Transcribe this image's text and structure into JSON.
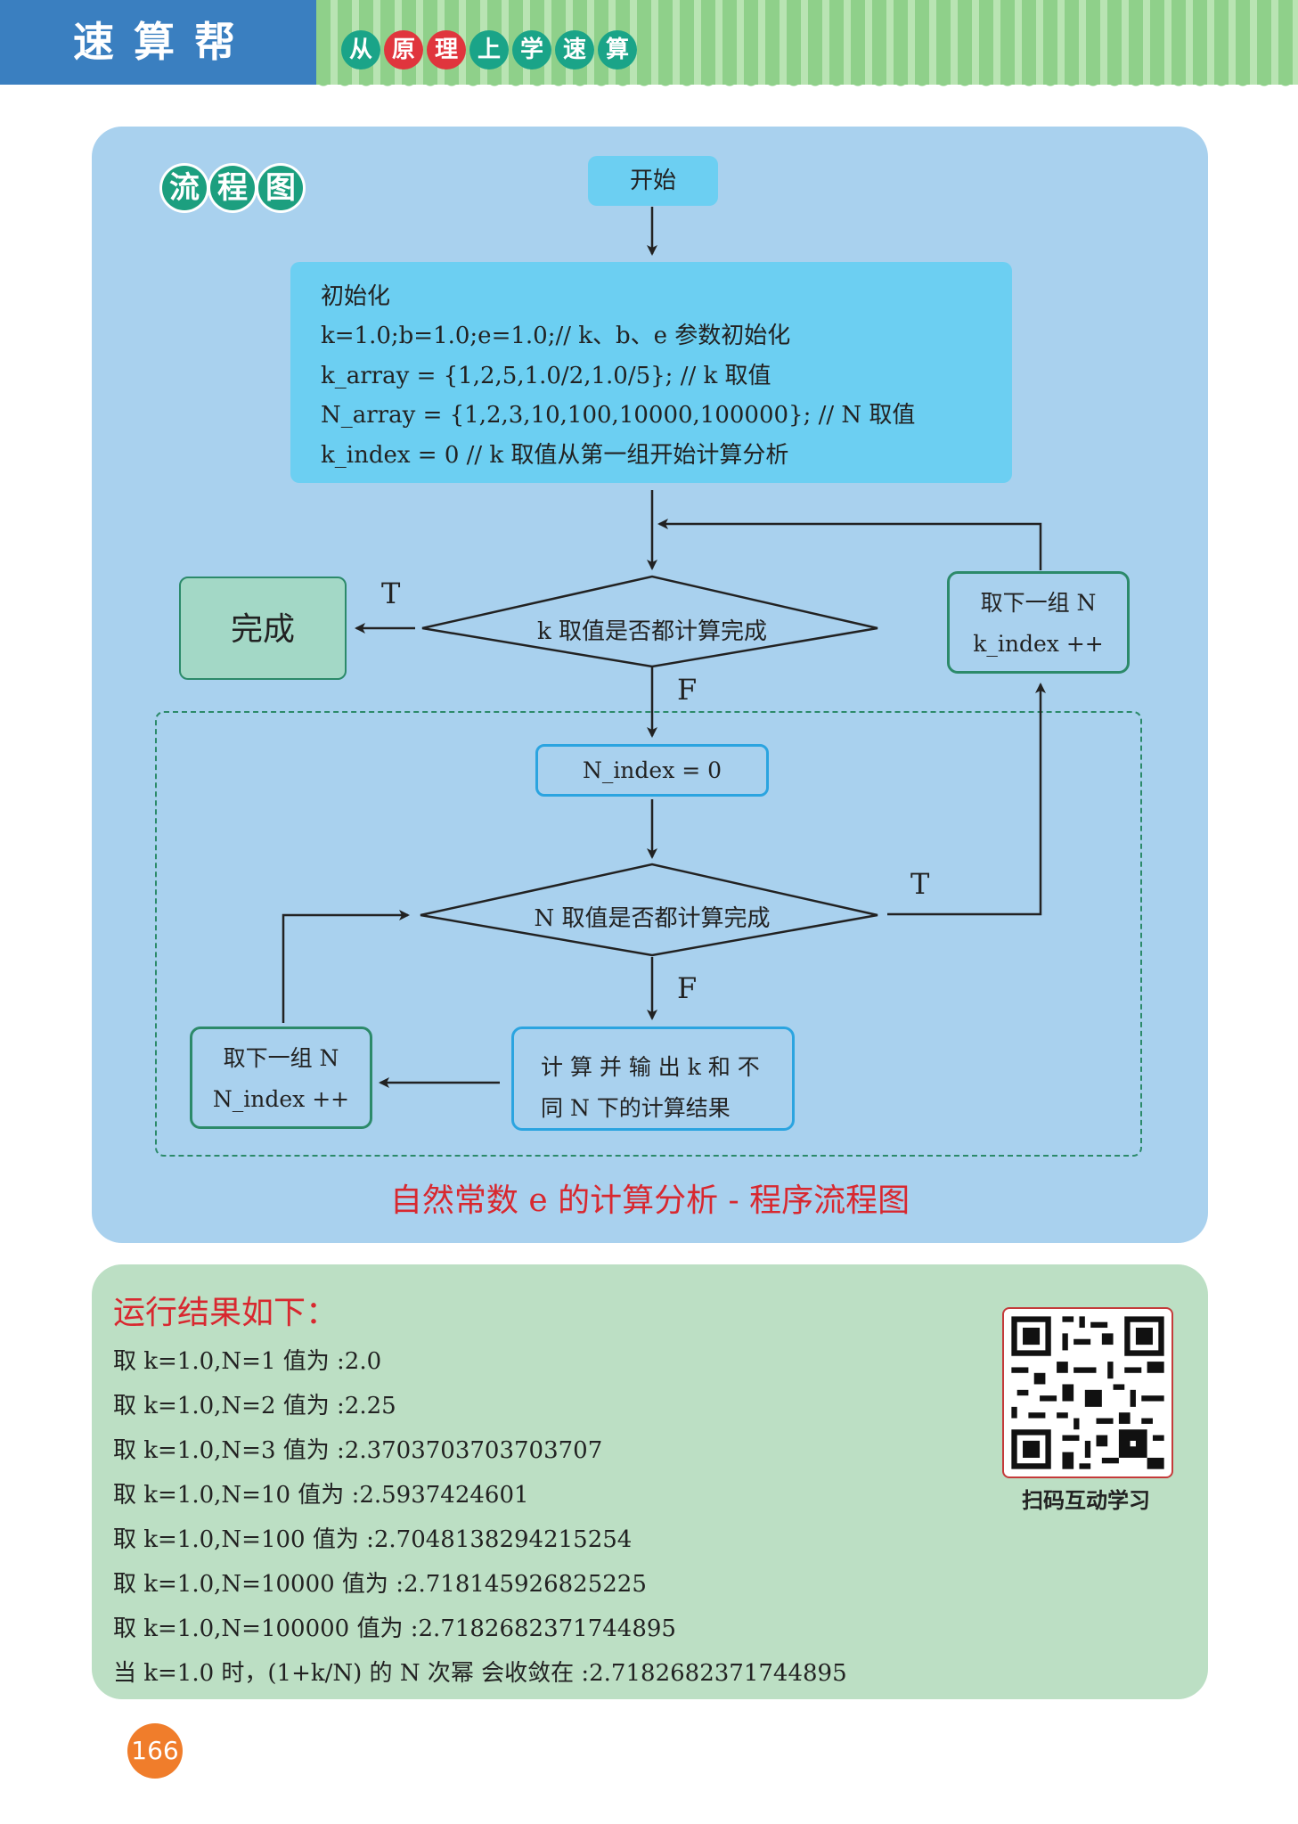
{
  "header": {
    "brand": "速算帮",
    "tagline_chars": [
      "从",
      "原",
      "理",
      "上",
      "学",
      "速",
      "算"
    ],
    "tagline_colors": [
      "#1aa488",
      "#e0353d",
      "#e0353d",
      "#1aa488",
      "#1aa488",
      "#1aa488",
      "#1aa488"
    ]
  },
  "flow": {
    "section_title_chars": [
      "流",
      "程",
      "图"
    ],
    "start": "开始",
    "init": {
      "title": "初始化",
      "lines": [
        "k=1.0;b=1.0;e=1.0;// k、b、e 参数初始化",
        "k_array = {1,2,5,1.0/2,1.0/5}; // k 取值",
        "N_array = {1,2,3,10,100,10000,100000}; // N 取值",
        "k_index = 0 // k 取值从第一组开始计算分析"
      ]
    },
    "decision_k": "k 取值是否都计算完成",
    "done": "完成",
    "next_k": [
      "取下一组 N",
      "k_index ++"
    ],
    "n_init": "N_index = 0",
    "decision_n": "N 取值是否都计算完成",
    "calc": [
      "计 算 并 输 出 k 和 不",
      "同 N 下的计算结果"
    ],
    "next_n": [
      "取下一组 N",
      "N_index ++"
    ],
    "label_t1": "T",
    "label_f1": "F",
    "label_t2": "T",
    "label_f2": "F",
    "caption": "自然常数 e 的计算分析 - 程序流程图"
  },
  "results": {
    "heading": "运行结果如下：",
    "lines": [
      "取 k=1.0,N=1 值为 :2.0",
      "取 k=1.0,N=2 值为 :2.25",
      "取 k=1.0,N=3 值为 :2.3703703703703707",
      "取 k=1.0,N=10 值为 :2.5937424601",
      "取 k=1.0,N=100 值为 :2.7048138294215254",
      "取 k=1.0,N=10000 值为 :2.718145926825225",
      "取 k=1.0,N=100000 值为 :2.7182682371744895",
      "当 k=1.0 时，(1+k/N) 的 N 次幂 会收敛在 :2.7182682371744895"
    ],
    "qr_caption": "扫码互动学习"
  },
  "page_number": "166"
}
